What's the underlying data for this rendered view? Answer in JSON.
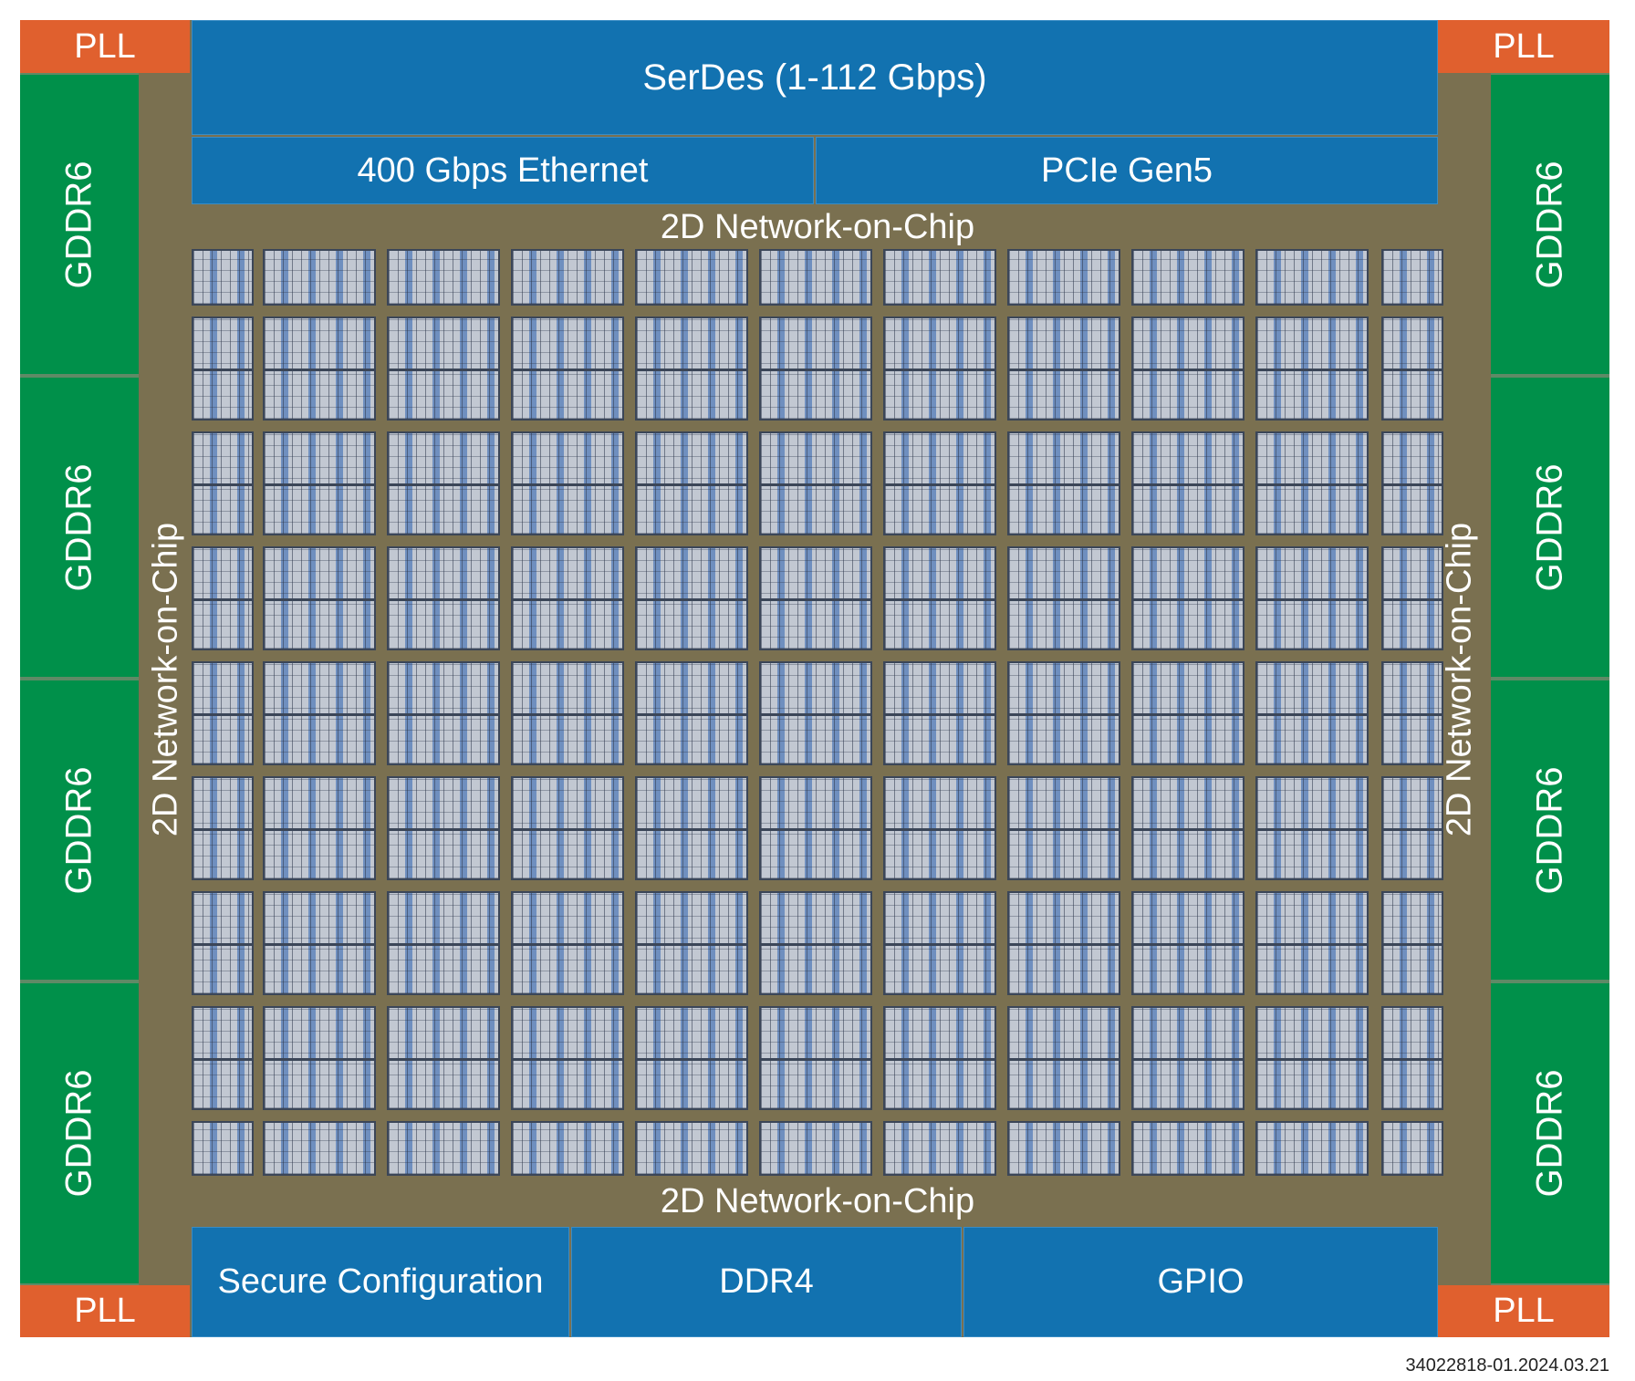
{
  "pll": {
    "label": "PLL"
  },
  "gddr": {
    "label": "GDDR6"
  },
  "top": {
    "serdes": "SerDes (1-112 Gbps)",
    "ethernet": "400 Gbps Ethernet",
    "pcie": "PCIe Gen5"
  },
  "noc": {
    "label": "2D Network-on-Chip"
  },
  "bottom": {
    "secure": "Secure Configuration",
    "ddr": "DDR4",
    "gpio": "GPIO"
  },
  "doc_id": "34022818-01.2024.03.21",
  "colors": {
    "pll": "#e0602e",
    "gddr": "#00904a",
    "interface": "#1272b0",
    "fabric": "#7a7050",
    "tile_stripe": "#6f8fbf"
  }
}
